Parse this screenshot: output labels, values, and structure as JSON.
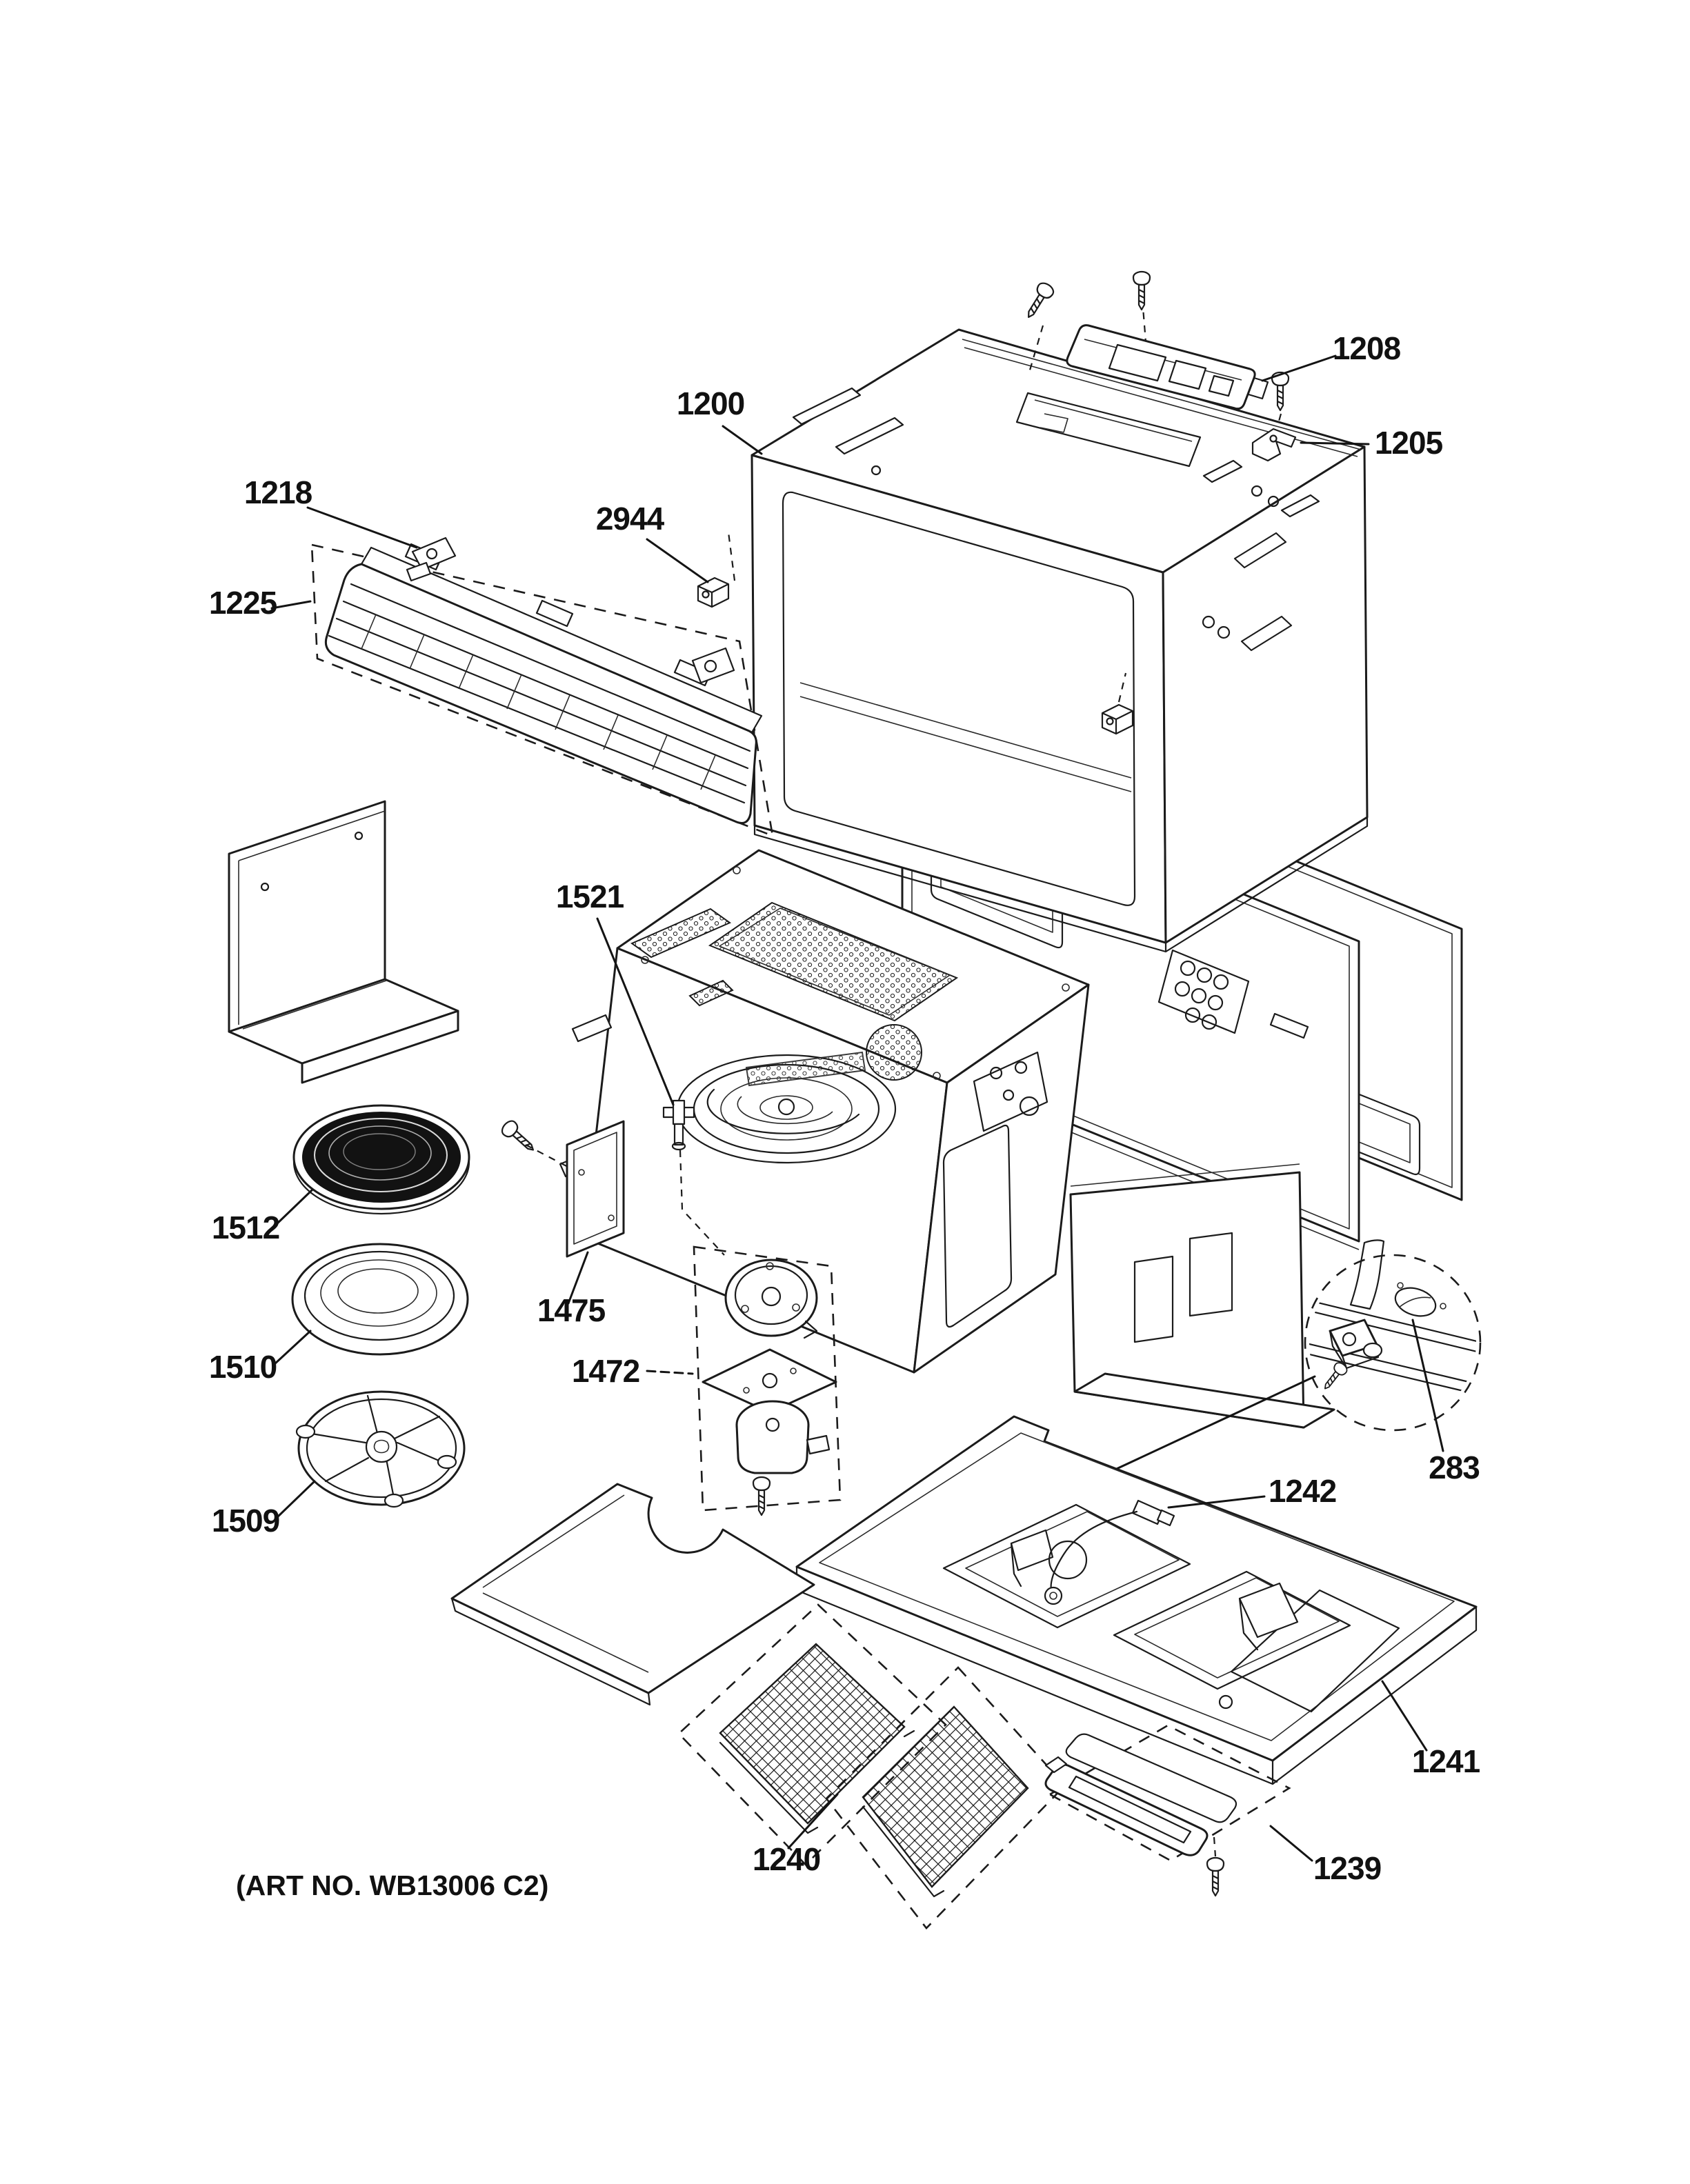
{
  "diagram": {
    "art_no": "(ART NO. WB13006 C2)",
    "callouts": {
      "1200": "1200",
      "1205": "1205",
      "1208": "1208",
      "1218": "1218",
      "1225": "1225",
      "2944": "2944",
      "1521": "1521",
      "1512": "1512",
      "1475": "1475",
      "1510": "1510",
      "1472": "1472",
      "1509": "1509",
      "283": "283",
      "1242": "1242",
      "1241": "1241",
      "1240": "1240",
      "1239": "1239"
    },
    "colors": {
      "ink": "#1b1b1b",
      "background": "#ffffff",
      "tray_fill": "#121212"
    }
  }
}
